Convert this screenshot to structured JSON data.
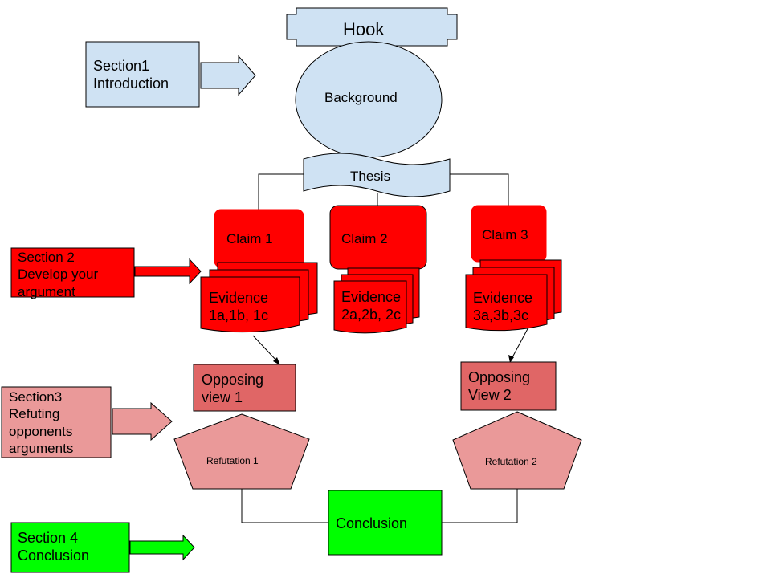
{
  "colors": {
    "light_blue": "#cfe2f3",
    "red": "#ff0000",
    "dark_red_fill": "#e06666",
    "pink": "#ea9999",
    "green": "#00ff00",
    "outline": "#000000"
  },
  "sections": {
    "intro": "Section1\nIntroduction",
    "develop": "Section 2\nDevelop your\nargument",
    "refute": "Section3\nRefuting\nopponents\narguments",
    "conclusion": "Section 4\nConclusion"
  },
  "nodes": {
    "hook": "Hook",
    "background": "Background",
    "thesis": "Thesis",
    "claim1": "Claim 1",
    "claim2": "Claim 2",
    "claim3": "Claim 3",
    "evidence1": "Evidence\n1a,1b, 1c",
    "evidence2": "Evidence\n2a,2b, 2c",
    "evidence3": "Evidence\n3a,3b,3c",
    "opposing1": "Opposing\nview 1",
    "opposing2": "Opposing\nView 2",
    "refutation1": "Refutation 1",
    "refutation2": "Refutation 2",
    "conclusion": "Conclusion"
  }
}
